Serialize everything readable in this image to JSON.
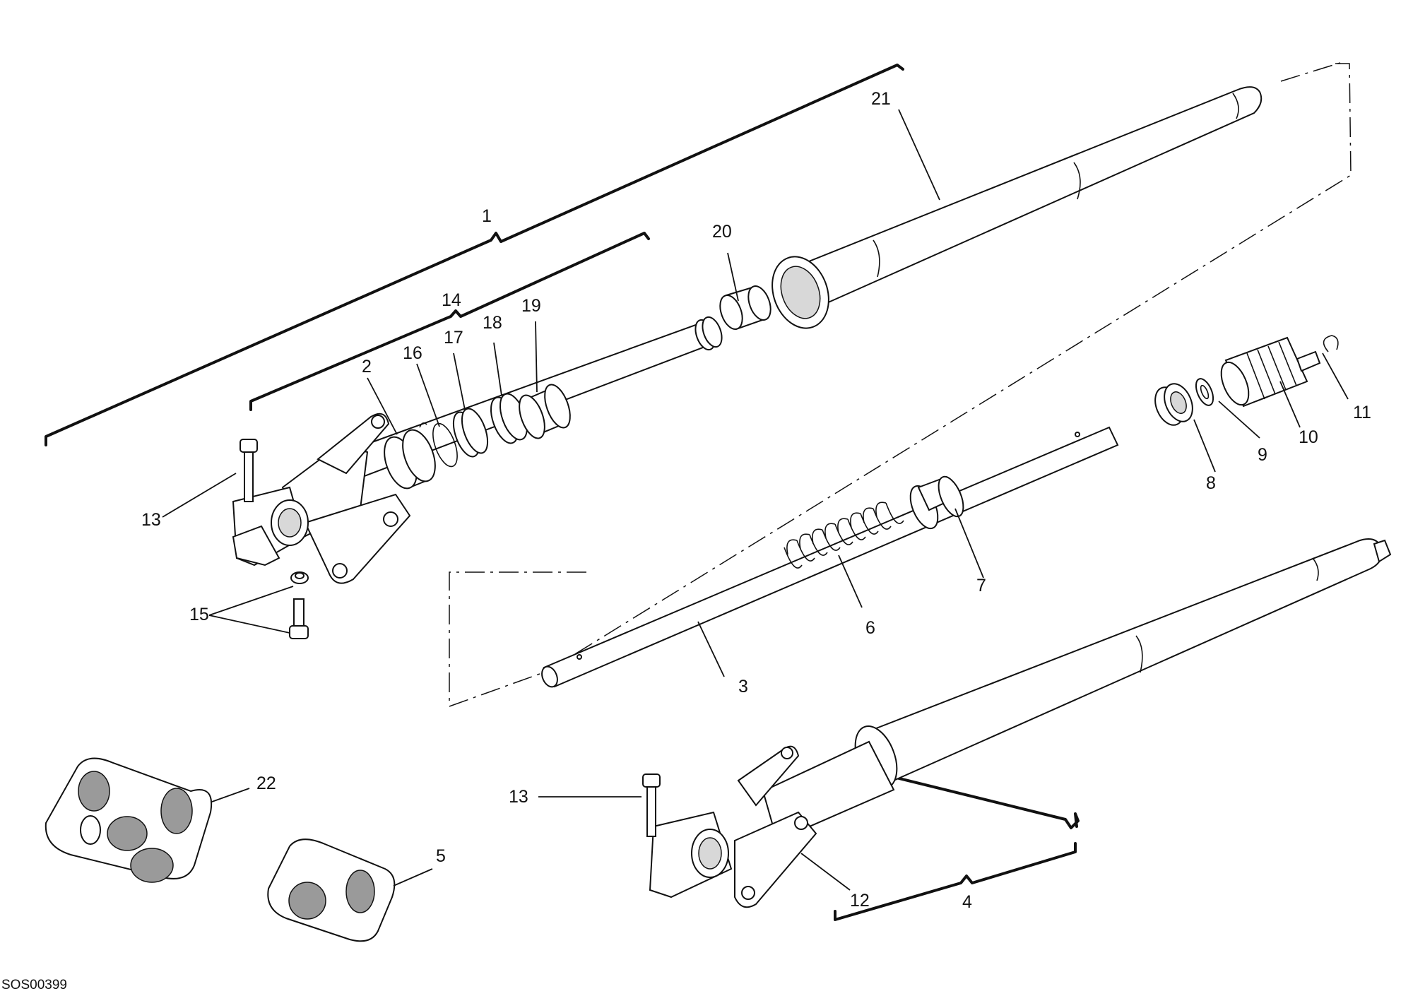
{
  "drawing_ref": "SOS00399",
  "callouts": {
    "c1": "1",
    "c2": "2",
    "c3": "3",
    "c4": "4",
    "c5": "5",
    "c6": "6",
    "c7": "7",
    "c8": "8",
    "c9": "9",
    "c10": "10",
    "c11": "11",
    "c12": "12",
    "c13a": "13",
    "c13b": "13",
    "c14": "14",
    "c15": "15",
    "c16": "16",
    "c17": "17",
    "c18": "18",
    "c19": "19",
    "c20": "20",
    "c21": "21",
    "c22": "22"
  }
}
